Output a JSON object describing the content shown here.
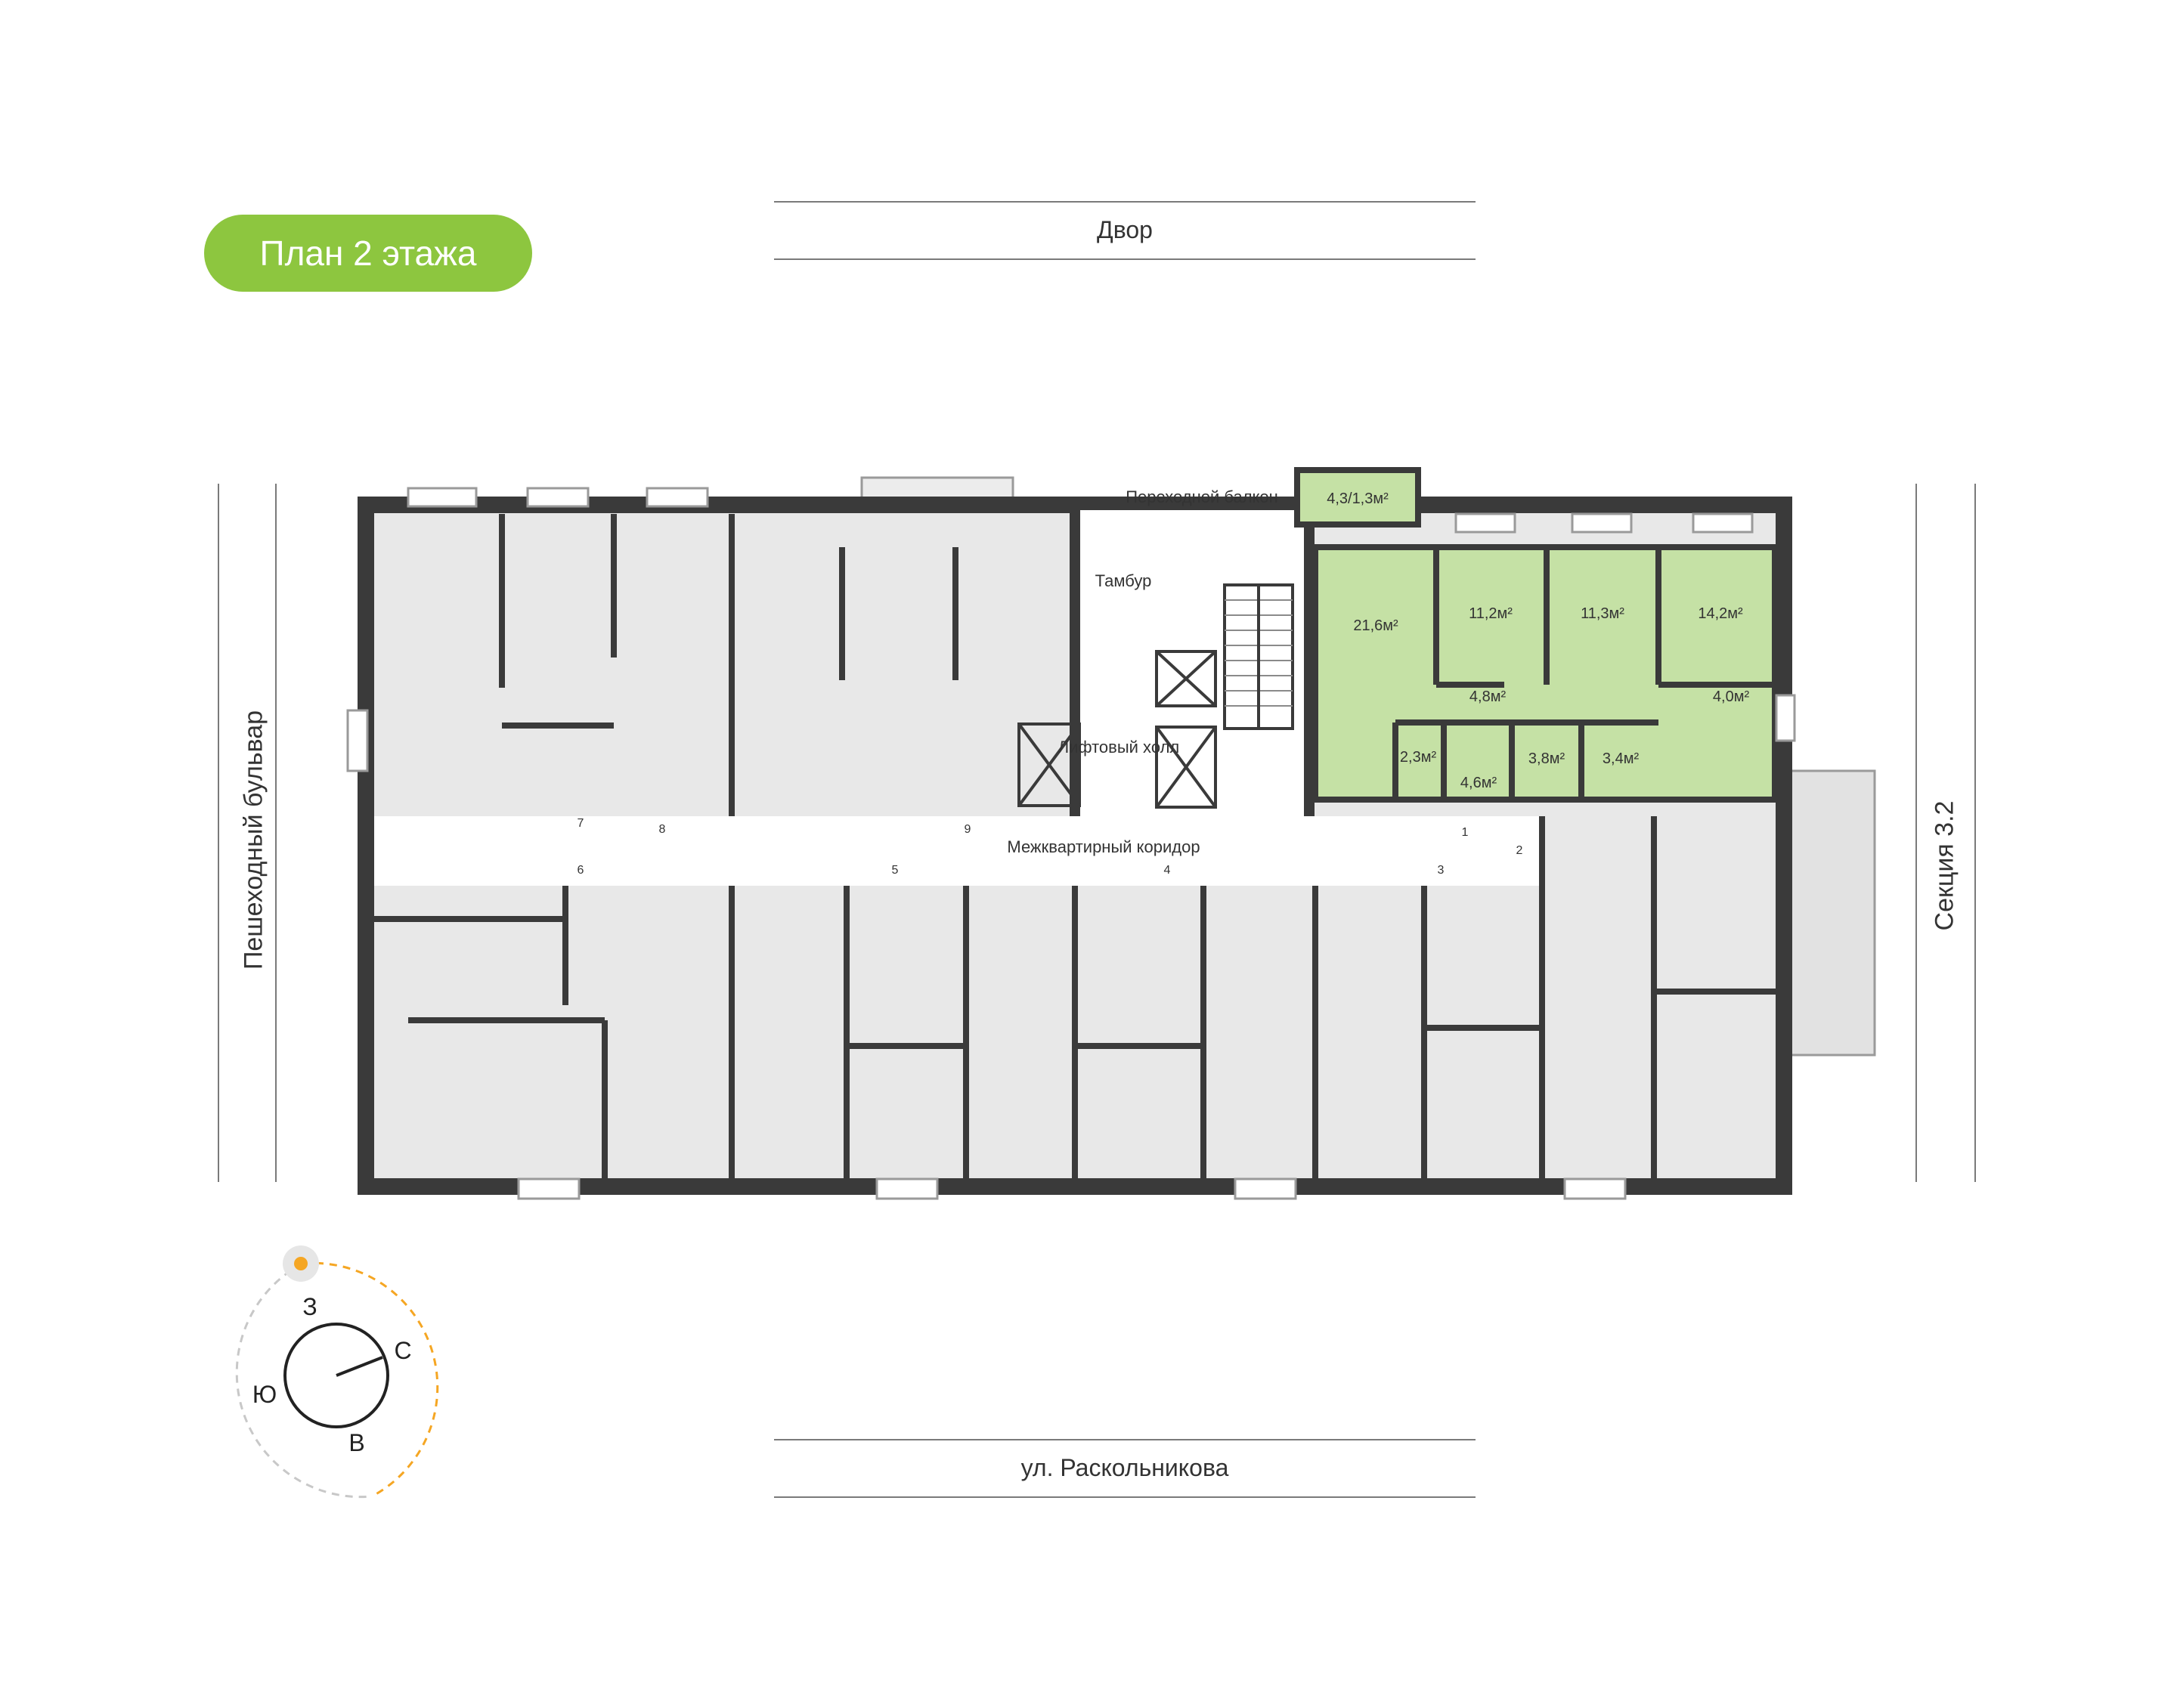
{
  "header": {
    "badge": "План 2 этажа"
  },
  "streets": {
    "top": "Двор",
    "bottom": "ул. Раскольникова",
    "left": "Пешеходный бульвар",
    "right": "Секция 3.2"
  },
  "plan": {
    "common": {
      "balcony": "Переходной балкон",
      "vestibule": "Тамбур",
      "elevator_hall": "Лифтовый холл",
      "corridor": "Межквартирный коридор"
    },
    "highlighted_apartment": {
      "color": "#c5e1a5",
      "rooms": [
        "4,3/1,3м²",
        "21,6м²",
        "11,2м²",
        "11,3м²",
        "14,2м²",
        "4,8м²",
        "4,0м²",
        "2,3м²",
        "4,6м²",
        "3,8м²",
        "3,4м²"
      ]
    },
    "door_numbers": [
      "1",
      "2",
      "3",
      "4",
      "5",
      "6",
      "7",
      "8",
      "9"
    ]
  },
  "compass": {
    "north": "С",
    "south": "Ю",
    "east": "В",
    "west": "З",
    "sun_icon": "sun-icon"
  },
  "colors": {
    "accent": "#8dc63f",
    "wall": "#3a3a3a",
    "room": "#e8e8e8"
  }
}
